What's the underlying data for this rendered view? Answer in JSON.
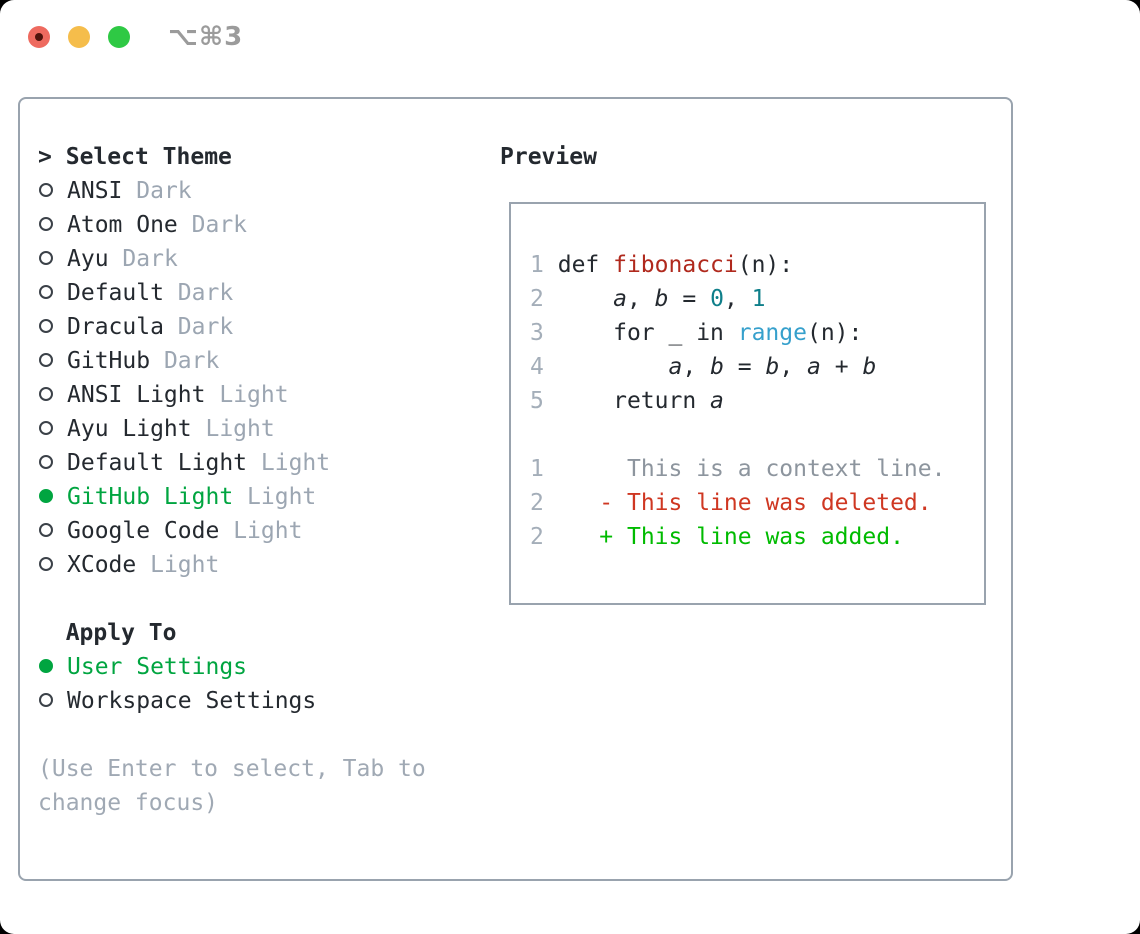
{
  "window": {
    "title": "⌥⌘3"
  },
  "theme_panel": {
    "prompt": ">",
    "header": "Select Theme",
    "items": [
      {
        "name": "ANSI",
        "variant": "Dark",
        "selected": false
      },
      {
        "name": "Atom One",
        "variant": "Dark",
        "selected": false
      },
      {
        "name": "Ayu",
        "variant": "Dark",
        "selected": false
      },
      {
        "name": "Default",
        "variant": "Dark",
        "selected": false
      },
      {
        "name": "Dracula",
        "variant": "Dark",
        "selected": false
      },
      {
        "name": "GitHub",
        "variant": "Dark",
        "selected": false
      },
      {
        "name": "ANSI Light",
        "variant": "Light",
        "selected": false
      },
      {
        "name": "Ayu Light",
        "variant": "Light",
        "selected": false
      },
      {
        "name": "Default Light",
        "variant": "Light",
        "selected": false
      },
      {
        "name": "GitHub Light",
        "variant": "Light",
        "selected": true
      },
      {
        "name": "Google Code",
        "variant": "Light",
        "selected": false
      },
      {
        "name": "XCode",
        "variant": "Light",
        "selected": false
      }
    ],
    "apply_to": {
      "header": "Apply To",
      "options": [
        {
          "name": "User Settings",
          "selected": true
        },
        {
          "name": "Workspace Settings",
          "selected": false
        }
      ]
    },
    "hint": "(Use Enter to select, Tab to change focus)"
  },
  "preview": {
    "header": "Preview",
    "code_lines": [
      {
        "number": "1",
        "tokens": [
          {
            "text": "def ",
            "style": "plain"
          },
          {
            "text": "fibonacci",
            "style": "function"
          },
          {
            "text": "(n):",
            "style": "plain"
          }
        ]
      },
      {
        "number": "2",
        "tokens": [
          {
            "text": "    ",
            "style": "plain"
          },
          {
            "text": "a",
            "style": "variable"
          },
          {
            "text": ", ",
            "style": "plain"
          },
          {
            "text": "b",
            "style": "variable"
          },
          {
            "text": " = ",
            "style": "plain"
          },
          {
            "text": "0",
            "style": "number"
          },
          {
            "text": ", ",
            "style": "plain"
          },
          {
            "text": "1",
            "style": "number"
          }
        ]
      },
      {
        "number": "3",
        "tokens": [
          {
            "text": "    for _ in ",
            "style": "plain"
          },
          {
            "text": "range",
            "style": "builtin"
          },
          {
            "text": "(n):",
            "style": "plain"
          }
        ]
      },
      {
        "number": "4",
        "tokens": [
          {
            "text": "        ",
            "style": "plain"
          },
          {
            "text": "a",
            "style": "variable"
          },
          {
            "text": ", ",
            "style": "plain"
          },
          {
            "text": "b",
            "style": "variable"
          },
          {
            "text": " = ",
            "style": "plain"
          },
          {
            "text": "b",
            "style": "variable"
          },
          {
            "text": ", ",
            "style": "plain"
          },
          {
            "text": "a",
            "style": "variable"
          },
          {
            "text": " + ",
            "style": "plain"
          },
          {
            "text": "b",
            "style": "variable"
          }
        ]
      },
      {
        "number": "5",
        "tokens": [
          {
            "text": "    return ",
            "style": "plain"
          },
          {
            "text": "a",
            "style": "variable"
          }
        ]
      }
    ],
    "diff_lines": [
      {
        "number": "1",
        "marker": " ",
        "text": "This is a context line.",
        "type": "context"
      },
      {
        "number": "2",
        "marker": "-",
        "text": "This line was deleted.",
        "type": "deleted"
      },
      {
        "number": "2",
        "marker": "+",
        "text": "This line was added.",
        "type": "added"
      }
    ]
  },
  "colors": {
    "accent_green": "#00a540",
    "diff_added": "#00bb00",
    "diff_deleted": "#cf3722",
    "diff_context": "#8d959e",
    "syntax_function": "#b0291d",
    "syntax_number": "#0f7f8a",
    "syntax_builtin": "#36a0cc",
    "text_dark": "#24292f",
    "text_muted": "#9ca6b2",
    "line_number": "#a4aeb9",
    "hint_text": "#a0a9b4",
    "border_gray": "#99a3ae",
    "traffic_red": "#ee6a5f",
    "traffic_yellow": "#f5bd4b",
    "traffic_green": "#2ec944",
    "title_gray": "#9b9b9b"
  }
}
